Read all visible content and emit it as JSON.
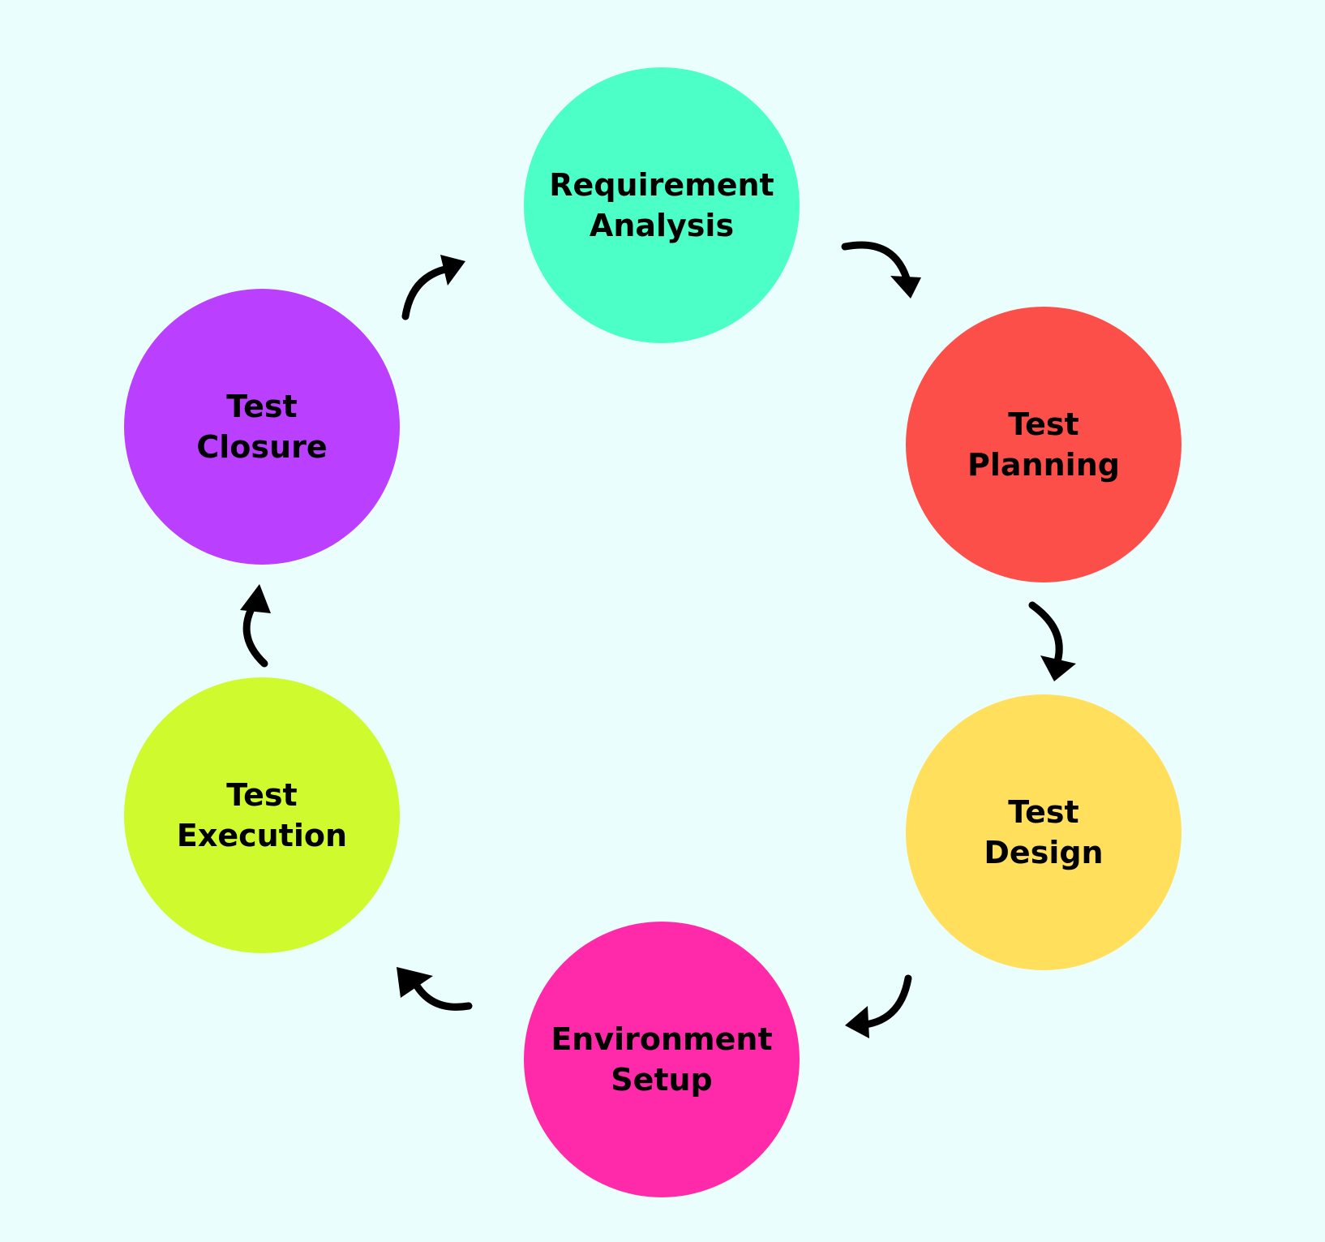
{
  "background": "#eafefd",
  "stages": [
    {
      "id": "requirement-analysis",
      "lines": [
        "Requirement",
        "Analysis"
      ],
      "color": "#4cffc7"
    },
    {
      "id": "test-planning",
      "lines": [
        "Test",
        "Planning"
      ],
      "color": "#fd4f49"
    },
    {
      "id": "test-design",
      "lines": [
        "Test",
        "Design"
      ],
      "color": "#ffdf5b"
    },
    {
      "id": "environment-setup",
      "lines": [
        "Environment",
        "Setup"
      ],
      "color": "#ff2aa9"
    },
    {
      "id": "test-execution",
      "lines": [
        "Test",
        "Execution"
      ],
      "color": "#cffa2e"
    },
    {
      "id": "test-closure",
      "lines": [
        "Test",
        "Closure"
      ],
      "color": "#bb3ffe"
    }
  ],
  "arrows": [
    {
      "from": "requirement-analysis",
      "to": "test-planning",
      "icon": "curved-arrow-icon"
    },
    {
      "from": "test-planning",
      "to": "test-design",
      "icon": "curved-arrow-icon"
    },
    {
      "from": "test-design",
      "to": "environment-setup",
      "icon": "curved-arrow-icon"
    },
    {
      "from": "environment-setup",
      "to": "test-execution",
      "icon": "curved-arrow-icon"
    },
    {
      "from": "test-execution",
      "to": "test-closure",
      "icon": "curved-arrow-icon"
    },
    {
      "from": "test-closure",
      "to": "requirement-analysis",
      "icon": "curved-arrow-icon"
    }
  ]
}
